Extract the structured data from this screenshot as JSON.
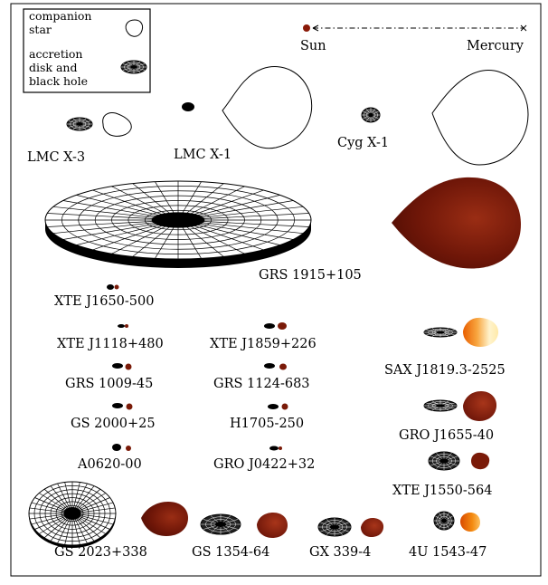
{
  "legend": {
    "companion_label": "companion\n  star",
    "disk_label": "accretion\ndisk  and\nblack hole"
  },
  "scale_bar": {
    "left_label": "Sun",
    "right_label": "Mercury"
  },
  "systems": [
    {
      "id": "lmc-x-3",
      "label": "LMC X-3"
    },
    {
      "id": "lmc-x-1",
      "label": "LMC X-1"
    },
    {
      "id": "cyg-x-1",
      "label": "Cyg X-1"
    },
    {
      "id": "grs-1915",
      "label": "GRS 1915+105"
    },
    {
      "id": "xte-j1650",
      "label": "XTE J1650-500"
    },
    {
      "id": "xte-j1118",
      "label": "XTE J1118+480"
    },
    {
      "id": "xte-j1859",
      "label": "XTE J1859+226"
    },
    {
      "id": "sax-j1819",
      "label": "SAX J1819.3-2525"
    },
    {
      "id": "grs-1009",
      "label": "GRS 1009-45"
    },
    {
      "id": "grs-1124",
      "label": "GRS 1124-683"
    },
    {
      "id": "gro-j1655",
      "label": "GRO J1655-40"
    },
    {
      "id": "gs-2000",
      "label": "GS 2000+25"
    },
    {
      "id": "h1705",
      "label": "H1705-250"
    },
    {
      "id": "a0620",
      "label": "A0620-00"
    },
    {
      "id": "gro-j0422",
      "label": "GRO J0422+32"
    },
    {
      "id": "xte-j1550",
      "label": "XTE J1550-564"
    },
    {
      "id": "gs-2023",
      "label": "GS 2023+338"
    },
    {
      "id": "gs-1354",
      "label": "GS 1354-64"
    },
    {
      "id": "gx-339",
      "label": "GX 339-4"
    },
    {
      "id": "4u-1543",
      "label": "4U 1543-47"
    }
  ],
  "colors": {
    "star_dark": "#6b1508",
    "star_mid": "#8a2410",
    "star_orange": "#f08a00",
    "star_pale": "#fff2c8",
    "ink": "#000000"
  }
}
